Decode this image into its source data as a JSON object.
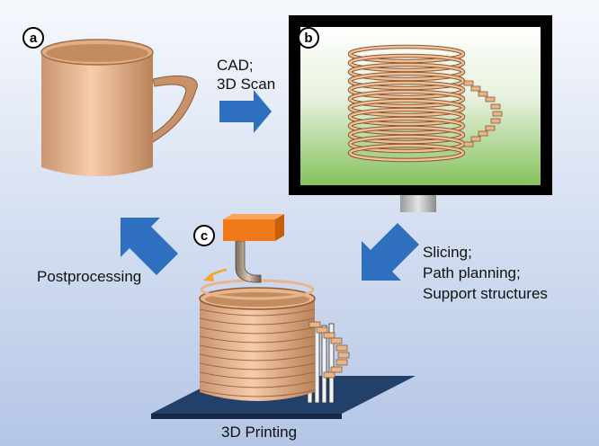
{
  "panels": [
    {
      "badge": "a"
    },
    {
      "badge": "b"
    },
    {
      "badge": "c"
    }
  ],
  "labels": {
    "cad": "CAD;",
    "scan": "3D Scan",
    "slicing": "Slicing;",
    "path": "Path planning;",
    "support": "Support structures",
    "post": "Postprocessing",
    "printing": "3D Printing"
  },
  "colors": {
    "bg_top": "#f4f7fc",
    "bg_bottom": "#b6c7e6",
    "arrow": "#2f6fbf",
    "mug": "#e8b48a",
    "mug_dark": "#c08a60",
    "screen_top": "#ffffff",
    "screen_bottom": "#8fc86a",
    "nozzle": "#f07a1a",
    "plate": "#23406b"
  }
}
